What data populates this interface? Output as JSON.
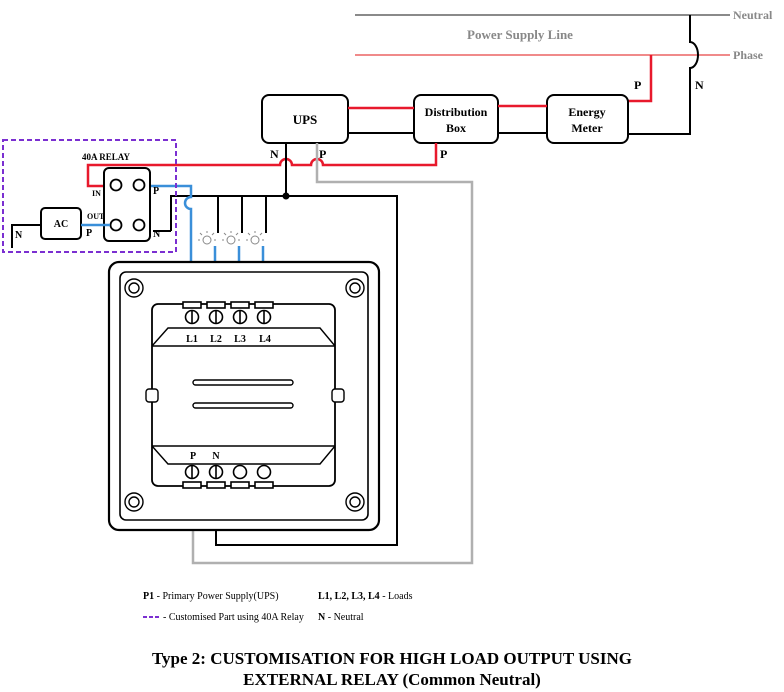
{
  "labels": {
    "neutral_line": "Neutral",
    "supply_line": "Power Supply Line",
    "phase_line": "Phase",
    "ups": "UPS",
    "distribution_1": "Distribution",
    "distribution_2": "Box",
    "energy_1": "Energy",
    "energy_2": "Meter",
    "p": "P",
    "n": "N",
    "relay_title": "40A RELAY",
    "relay_in": "IN",
    "relay_out": "OUT",
    "ac": "AC",
    "l1": "L1",
    "l2": "L2",
    "l3": "L3",
    "l4": "L4"
  },
  "legend": {
    "p1_key": "P1",
    "p1_text": " - Primary Power Supply(UPS)",
    "loads_key": "L1, L2, L3, L4",
    "loads_text": " - Loads",
    "custom_text": "- Customised Part using 40A Relay",
    "n_key": "N",
    "n_text": " - Neutral"
  },
  "title": {
    "line1": "Type 2: CUSTOMISATION FOR HIGH LOAD OUTPUT USING",
    "line2": "EXTERNAL RELAY (Common Neutral)"
  },
  "colors": {
    "phase": "#e8192c",
    "neutral": "#000000",
    "load": "#3a8fd9",
    "relay_border": "#7b2fd1",
    "grey": "#b0b0b0"
  }
}
